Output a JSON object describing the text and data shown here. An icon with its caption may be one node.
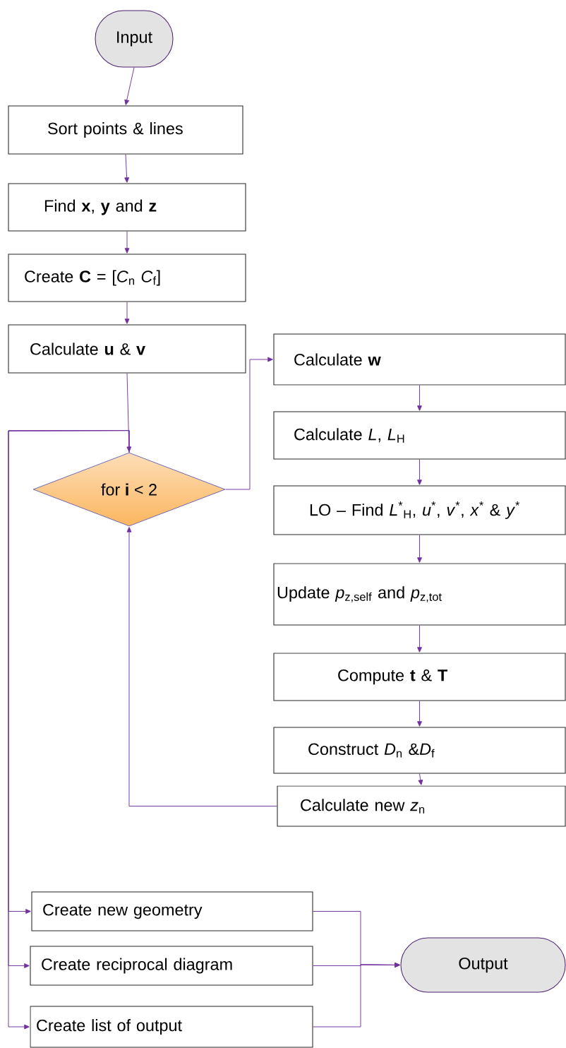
{
  "diagram": {
    "nodes": [
      {
        "text": [
          "Input"
        ]
      },
      {
        "text": [
          "Sort points & lines"
        ]
      },
      {
        "text": [
          "Find **x**, **y** and **z**"
        ]
      },
      {
        "text": [
          "Create **C** = [*C*$_{n}$ *C*$_{f}$]"
        ]
      },
      {
        "text": [
          "Calculate **u** & **v**"
        ]
      },
      {
        "text": [
          "for **i** < 2"
        ]
      },
      {
        "text": [
          "Calculate **w**"
        ]
      },
      {
        "text": [
          "Calculate *L*, *L*$_{H}$"
        ]
      },
      {
        "text": [
          "LO – Find *L*$^{*}$$_{H}$, *u*$^{*}$, *v*$^{*}$, *x*$^{*}$ & *y*$^{*}$"
        ]
      },
      {
        "text": [
          "Update *p*$_{z,self}$ and *p*$_{z,tot}$"
        ]
      },
      {
        "text": [
          "Compute **t** & **T**"
        ]
      },
      {
        "text": [
          "Construct *D*$_{n}$ &*D*$_{f}$"
        ]
      },
      {
        "text": [
          "Calculate new *z*$_{n}$"
        ]
      },
      {
        "text": [
          "Create new geometry"
        ]
      },
      {
        "text": [
          "Create reciprocal diagram"
        ]
      },
      {
        "text": [
          "Create list of output"
        ]
      },
      {
        "text": [
          "Output"
        ]
      }
    ],
    "edges": [
      {
        "from": 0,
        "to": 1,
        "arrow": "to"
      },
      {
        "from": 1,
        "to": 2,
        "arrow": "to"
      },
      {
        "from": 2,
        "to": 3,
        "arrow": "to"
      },
      {
        "from": 3,
        "to": 4,
        "arrow": "to"
      },
      {
        "from": 4,
        "to": 5,
        "arrow": "to"
      },
      {
        "from": 5,
        "to": 6,
        "arrow": "to"
      },
      {
        "from": 6,
        "to": 7,
        "arrow": "to"
      },
      {
        "from": 7,
        "to": 8,
        "arrow": "to"
      },
      {
        "from": 8,
        "to": 9,
        "arrow": "to"
      },
      {
        "from": 9,
        "to": 10,
        "arrow": "to"
      },
      {
        "from": 10,
        "to": 11,
        "arrow": "to"
      },
      {
        "from": 11,
        "to": 12,
        "arrow": "to"
      },
      {
        "from": 12,
        "to": 5,
        "arrow": "to"
      },
      {
        "from": 5,
        "to": 13,
        "arrow": "to"
      },
      {
        "from": 5,
        "to": 14,
        "arrow": "to"
      },
      {
        "from": 5,
        "to": 15,
        "arrow": "to"
      },
      {
        "from": 13,
        "to": 16,
        "arrow": "to"
      },
      {
        "from": 14,
        "to": 16,
        "arrow": "to"
      },
      {
        "from": 15,
        "to": 16,
        "arrow": "to"
      }
    ]
  }
}
